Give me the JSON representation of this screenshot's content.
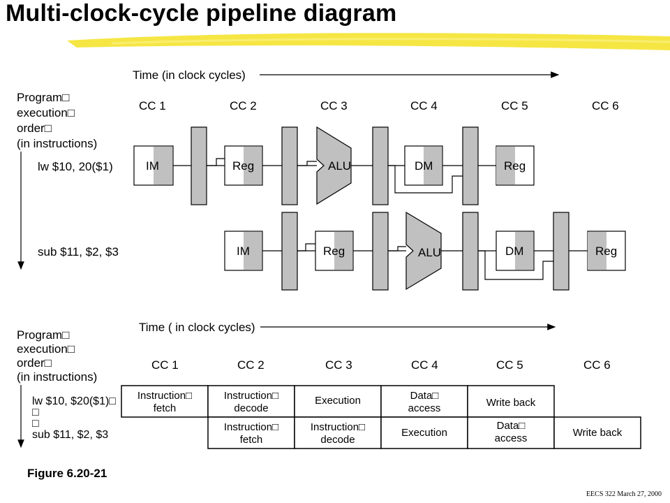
{
  "slide": {
    "title": "Multi-clock-cycle pipeline diagram",
    "figure_caption": "Figure 6.20-21",
    "footer": "EECS 322 March 27, 2000",
    "accent_color": "#f5e53a"
  },
  "top_diagram": {
    "time_label": "Time (in clock cycles)",
    "order_label": [
      "Program□",
      "execution□",
      "order□",
      "(in instructions)"
    ],
    "clock_cycles": [
      "CC 1",
      "CC 2",
      "CC 3",
      "CC 4",
      "CC 5",
      "CC 6"
    ],
    "instructions": [
      "lw $10, 20($1)",
      "sub $11, $2, $3"
    ],
    "stage_labels": {
      "im": "IM",
      "reg": "Reg",
      "alu": "ALU",
      "dm": "DM"
    },
    "stage_fill": "#c0c0c0"
  },
  "bottom_diagram": {
    "time_label": "Time ( in clock cycles)",
    "order_label": [
      "Program□",
      "execution□",
      "order□",
      "(in instructions)"
    ],
    "clock_cycles": [
      "CC 1",
      "CC 2",
      "CC 3",
      "CC  5",
      "CC 6",
      "CC 4"
    ],
    "cc_order": [
      "CC 1",
      "CC 2",
      "CC 3",
      "CC 4",
      "CC  5",
      "CC 6"
    ],
    "instructions": [
      "lw $10, $20($1)□",
      "□",
      "□",
      "sub $11, $2, $3"
    ],
    "row1_stages": [
      [
        "Instruction□",
        "fetch"
      ],
      [
        "Instruction□",
        "decode"
      ],
      [
        "Execution"
      ],
      [
        "Data□",
        "access"
      ],
      [
        "Write back"
      ]
    ],
    "row2_stages": [
      [
        "Instruction□",
        "fetch"
      ],
      [
        "Instruction□",
        "decode"
      ],
      [
        "Execution"
      ],
      [
        "Data□",
        "access"
      ],
      [
        "Write back"
      ]
    ]
  }
}
